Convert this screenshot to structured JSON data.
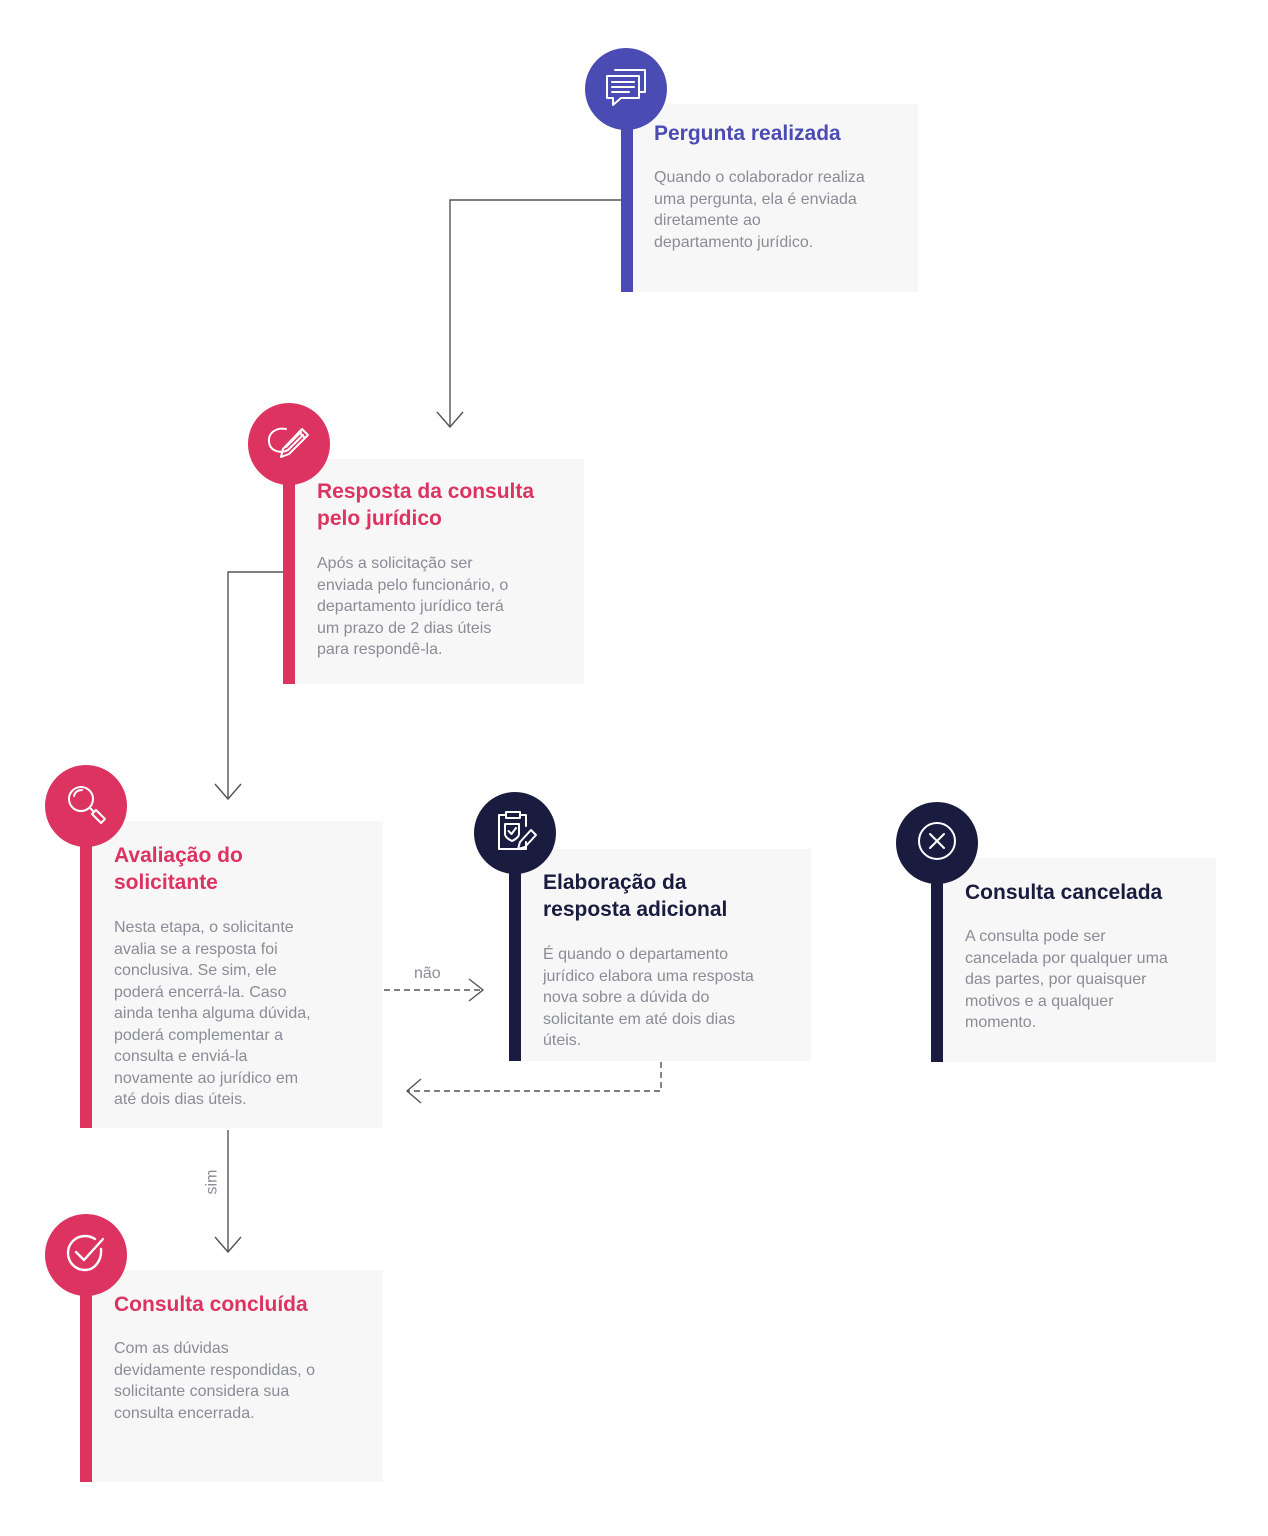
{
  "colors": {
    "blue": "#4a4cb3",
    "pink": "#dc3361",
    "navy": "#1a1c3f",
    "card_bg": "#f7f7f7",
    "text_gray": "#8a8c96",
    "connector": "#555555"
  },
  "steps": {
    "pergunta": {
      "title": "Pergunta realizada",
      "description": "Quando o colaborador realiza\numa pergunta, ela é enviada\ndiretamente ao\ndepartamento jurídico.",
      "icon": "chat-bubbles-icon",
      "color": "blue"
    },
    "resposta": {
      "title": "Resposta da consulta\npelo jurídico",
      "description": "Após a solicitação ser\nenviada pelo funcionário, o\ndepartamento jurídico terá\num prazo de 2 dias úteis\npara respondê-la.",
      "icon": "pencil-icon",
      "color": "pink"
    },
    "avaliacao": {
      "title": "Avaliação do\nsolicitante",
      "description": "Nesta etapa, o solicitante\navalia se a resposta foi\nconclusiva. Se sim, ele\npoderá encerrá-la. Caso\nainda tenha alguma dúvida,\npoderá complementar a\nconsulta e enviá-la\nnovamente ao jurídico em\naté dois dias úteis.",
      "icon": "magnifier-icon",
      "color": "pink"
    },
    "elaboracao": {
      "title": "Elaboração da\nresposta adicional",
      "description": "É quando o departamento\njurídico elabora uma resposta\nnova sobre a dúvida do\nsolicitante em até dois dias\núteis.",
      "icon": "document-edit-icon",
      "color": "navy"
    },
    "cancelada": {
      "title": "Consulta cancelada",
      "description": "A consulta pode ser\ncancelada por qualquer uma\ndas partes, por quaisquer\nmotivos e a qualquer\nmomento.",
      "icon": "close-circle-icon",
      "color": "navy"
    },
    "concluida": {
      "title": "Consulta concluída",
      "description": "Com as dúvidas\ndevidamente respondidas, o\nsolicitante considera sua\nconsulta encerrada.",
      "icon": "check-circle-icon",
      "color": "pink"
    }
  },
  "connector_labels": {
    "nao": "não",
    "sim": "sim"
  }
}
